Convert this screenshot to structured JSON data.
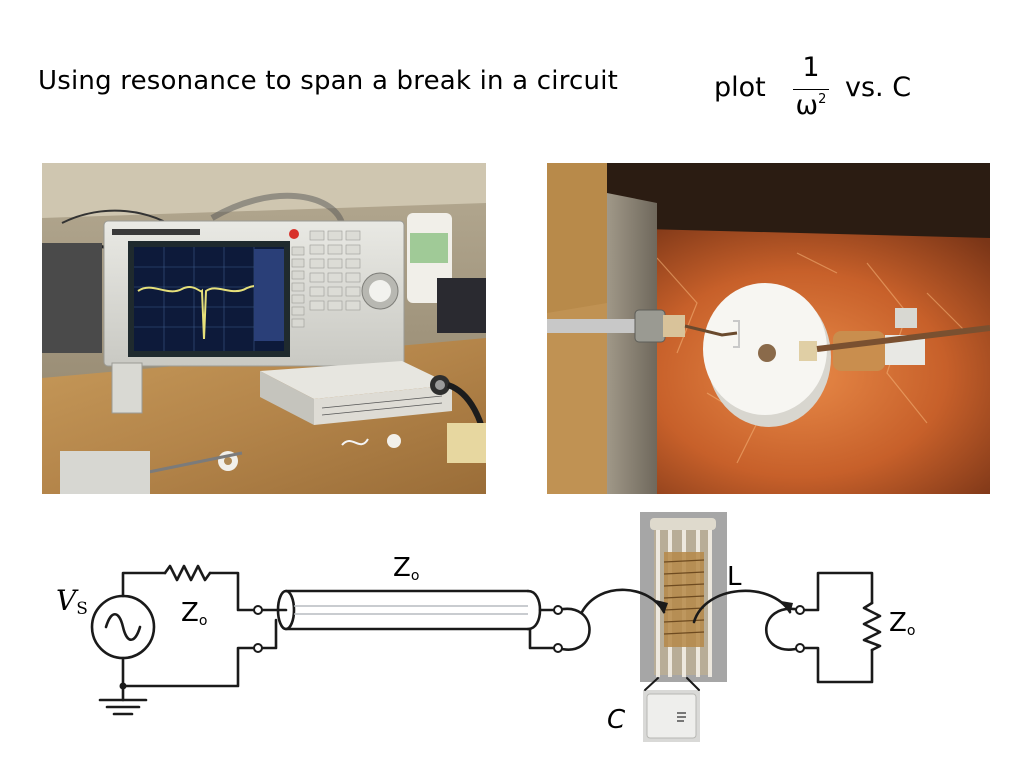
{
  "slide": {
    "title": "Using resonance to span a break in a circuit",
    "formula": {
      "prefix": "plot",
      "numerator": "1",
      "denominator_base": "ω",
      "denominator_exponent": "2",
      "suffix": "vs. C"
    }
  },
  "circuit": {
    "source_label_main": "V",
    "source_label_sub": "S",
    "series_resistor": {
      "main": "Z",
      "sub": "o"
    },
    "transmission_line": {
      "main": "Z",
      "sub": "o"
    },
    "load_resistor": {
      "main": "Z",
      "sub": "o"
    },
    "inductor_label": "L",
    "capacitor_label": "C"
  }
}
